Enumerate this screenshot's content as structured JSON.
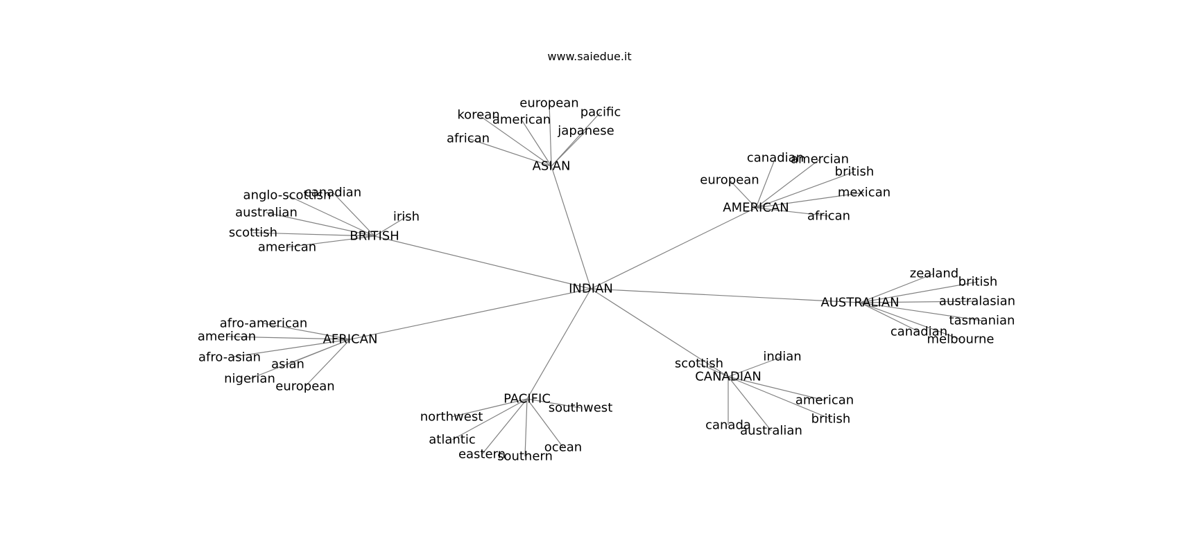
{
  "caption": "www.saiedue.it",
  "edge_color": "#808080",
  "text_color": "#000000",
  "background": "#ffffff",
  "graph": {
    "center": "INDIAN",
    "clusters": [
      {
        "id": "asian",
        "label": "ASIAN",
        "leaves": [
          "korean",
          "american",
          "european",
          "pacific",
          "japanese",
          "african"
        ]
      },
      {
        "id": "american",
        "label": "AMERICAN",
        "leaves": [
          "canadian",
          "amercian",
          "british",
          "european",
          "mexican",
          "african"
        ]
      },
      {
        "id": "british",
        "label": "BRITISH",
        "leaves": [
          "anglo-scottish",
          "canadian",
          "australian",
          "irish",
          "scottish",
          "american"
        ]
      },
      {
        "id": "australian",
        "label": "AUSTRALIAN",
        "leaves": [
          "zealand",
          "british",
          "australasian",
          "tasmanian",
          "canadian",
          "melbourne"
        ]
      },
      {
        "id": "african",
        "label": "AFRICAN",
        "leaves": [
          "afro-american",
          "american",
          "afro-asian",
          "asian",
          "nigerian",
          "european"
        ]
      },
      {
        "id": "canadian",
        "label": "CANADIAN",
        "leaves": [
          "scottish",
          "indian",
          "american",
          "british",
          "canada",
          "australian"
        ]
      },
      {
        "id": "pacific",
        "label": "PACIFIC",
        "leaves": [
          "northwest",
          "southwest",
          "atlantic",
          "ocean",
          "eastern",
          "southern"
        ]
      }
    ]
  }
}
